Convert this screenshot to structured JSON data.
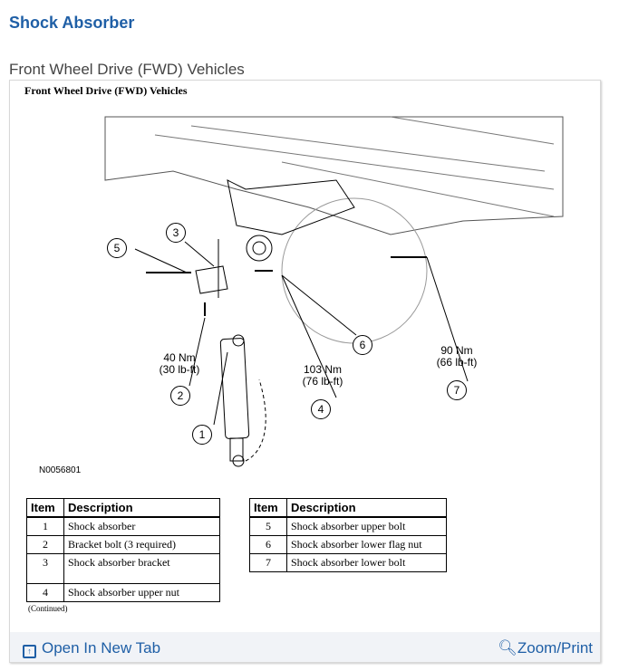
{
  "header": {
    "title": "Shock Absorber",
    "subtitle": "Front Wheel Drive (FWD) Vehicles"
  },
  "figure": {
    "title": "Front Wheel Drive (FWD) Vehicles",
    "code": "N0056801",
    "callouts": [
      "1",
      "2",
      "3",
      "4",
      "5",
      "6",
      "7"
    ],
    "torque": {
      "item2": [
        "40 Nm",
        "(30 lb-ft)"
      ],
      "item4": [
        "103 Nm",
        "(76 lb-ft)"
      ],
      "item7": [
        "90 Nm",
        "(66 lb-ft)"
      ]
    }
  },
  "table_left": {
    "headers": [
      "Item",
      "Description"
    ],
    "rows": [
      [
        "1",
        "Shock absorber"
      ],
      [
        "2",
        "Bracket bolt (3 required)"
      ],
      [
        "3",
        "Shock absorber bracket"
      ],
      [
        "4",
        "Shock absorber upper nut"
      ]
    ]
  },
  "table_right": {
    "headers": [
      "Item",
      "Description"
    ],
    "rows": [
      [
        "5",
        "Shock absorber upper bolt"
      ],
      [
        "6",
        "Shock absorber lower flag nut"
      ],
      [
        "7",
        "Shock absorber lower bolt"
      ]
    ]
  },
  "continued": "(Continued)",
  "footer": {
    "open_label": "Open In New Tab",
    "zoom_label": "Zoom/Print"
  },
  "colors": {
    "accent": "#1f5fa6",
    "footer_bg": "#f1f3f7"
  }
}
